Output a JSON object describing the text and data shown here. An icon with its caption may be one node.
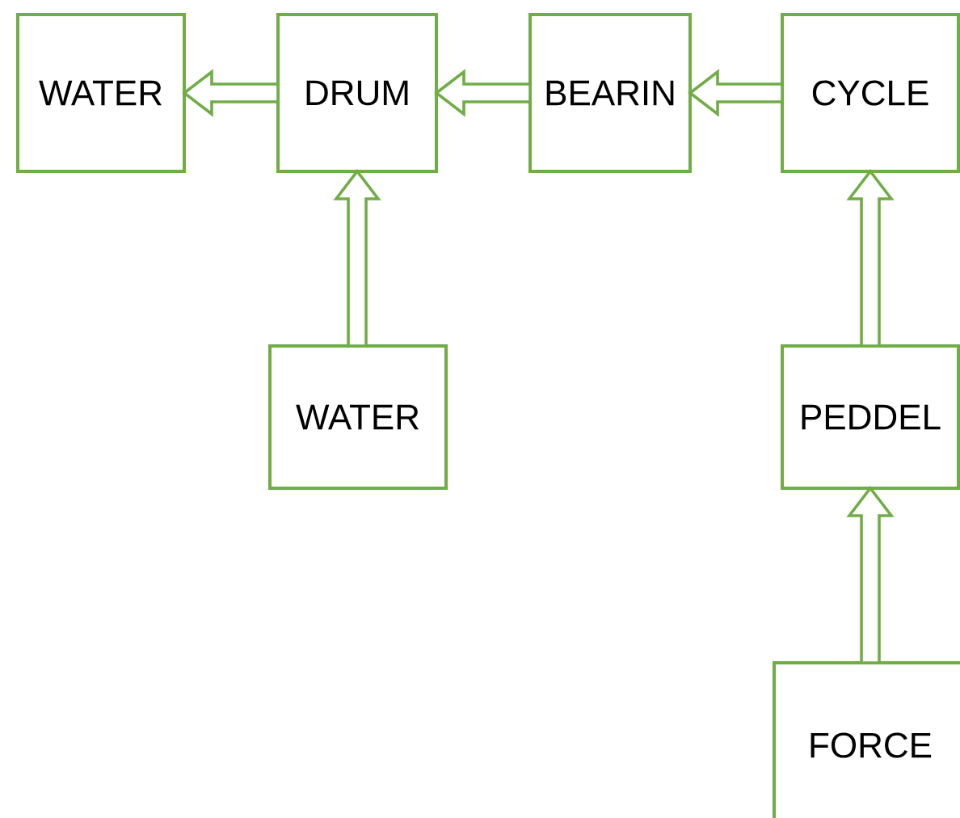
{
  "diagram": {
    "nodes": [
      {
        "text": [
          "WATER"
        ]
      },
      {
        "text": [
          "DRUM"
        ]
      },
      {
        "text": [
          "BEARIN"
        ]
      },
      {
        "text": [
          "CYCLE"
        ]
      },
      {
        "text": [
          "WATER"
        ]
      },
      {
        "text": [
          "PEDDEL"
        ]
      },
      {
        "text": [
          "FORCE"
        ]
      }
    ],
    "edges": [
      {
        "from": 1,
        "to": 0,
        "arrow": "to"
      },
      {
        "from": 2,
        "to": 1,
        "arrow": "to"
      },
      {
        "from": 3,
        "to": 2,
        "arrow": "to"
      },
      {
        "from": 4,
        "to": 1,
        "arrow": "to"
      },
      {
        "from": 5,
        "to": 3,
        "arrow": "to"
      },
      {
        "from": 6,
        "to": 5,
        "arrow": "to"
      }
    ]
  }
}
